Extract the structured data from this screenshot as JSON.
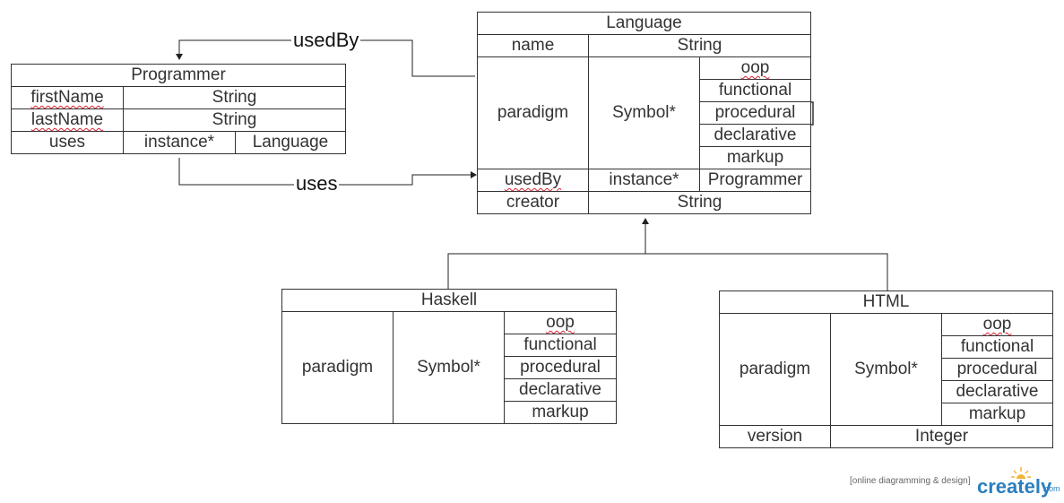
{
  "programmer": {
    "title": "Programmer",
    "rows": [
      {
        "name": "firstName",
        "type": "String"
      },
      {
        "name": "lastName",
        "type": "String"
      },
      {
        "name": "uses",
        "type": "instance*",
        "ref": "Language"
      }
    ]
  },
  "language": {
    "title": "Language",
    "name_row": {
      "name": "name",
      "type": "String"
    },
    "paradigm_row": {
      "name": "paradigm",
      "type": "Symbol*",
      "values": [
        "oop",
        "functional",
        "procedural",
        "declarative",
        "markup"
      ]
    },
    "usedby_row": {
      "name": "usedBy",
      "type": "instance*",
      "ref": "Programmer"
    },
    "creator_row": {
      "name": "creator",
      "type": "String"
    }
  },
  "haskell": {
    "title": "Haskell",
    "paradigm_row": {
      "name": "paradigm",
      "type": "Symbol*",
      "values": [
        "oop",
        "functional",
        "procedural",
        "declarative",
        "markup"
      ]
    }
  },
  "html": {
    "title": "HTML",
    "paradigm_row": {
      "name": "paradigm",
      "type": "Symbol*",
      "values": [
        "oop",
        "functional",
        "procedural",
        "declarative",
        "markup"
      ]
    },
    "version_row": {
      "name": "version",
      "type": "Integer"
    }
  },
  "connectors": {
    "usedBy_label": "usedBy",
    "uses_label": "uses"
  },
  "footer": {
    "tagline": "[online diagramming & design]",
    "brand": "creately",
    "brand_suffix": ".com"
  }
}
